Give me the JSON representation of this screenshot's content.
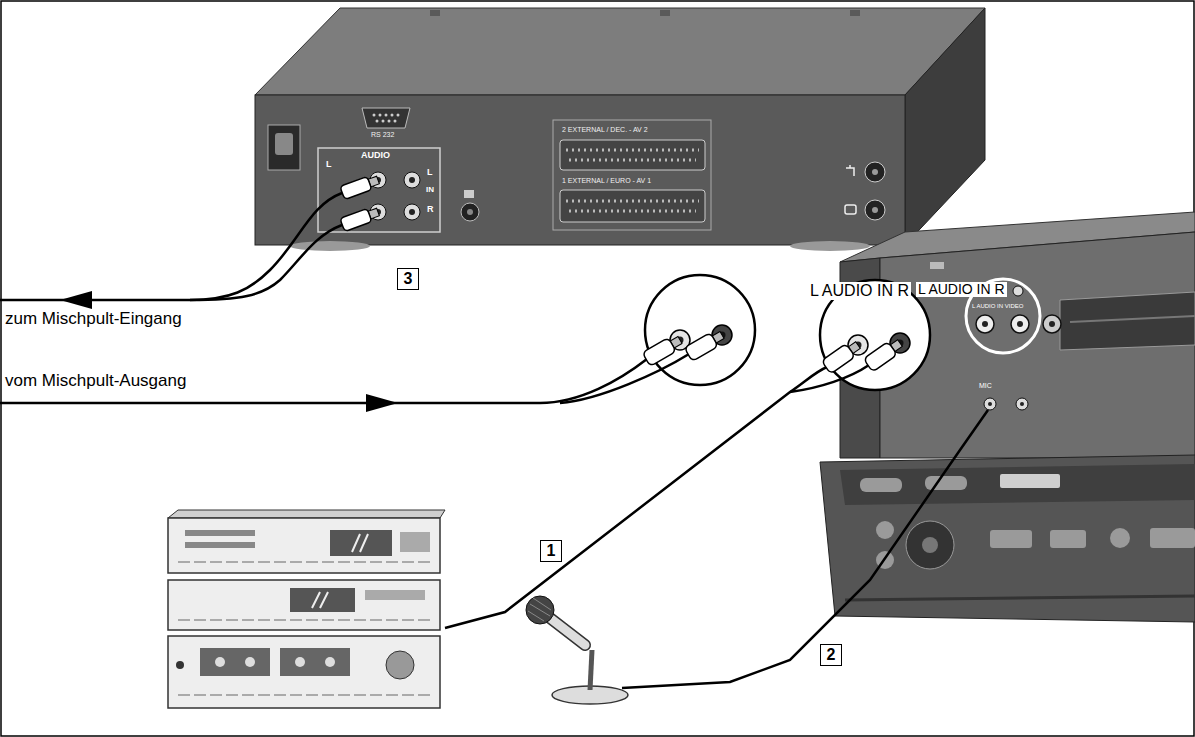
{
  "diagram": {
    "nodes": [
      {
        "text": [
          "3"
        ]
      },
      {
        "text": [
          "1"
        ]
      },
      {
        "text": [
          "2"
        ]
      }
    ],
    "labels": [
      "RS 232",
      "AUDIO",
      "L",
      "L",
      "IN",
      "R",
      "2 EXTERNAL / DEC. - AV 2",
      "1 EXTERNAL / EURO - AV 1",
      "zum Mischpult-Eingang",
      "vom Mischpult-Ausgang",
      "L AUDIO IN R",
      "L AUDIO IN R",
      "L AUDIO IN VIDEO",
      "MIC"
    ]
  }
}
